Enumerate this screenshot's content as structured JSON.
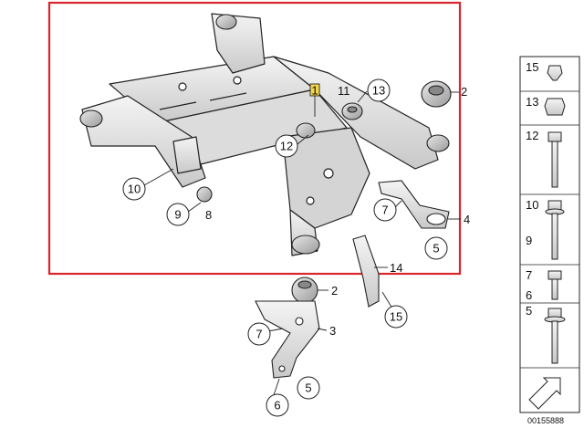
{
  "callouts": {
    "c1": "1",
    "c2a": "2",
    "c2b": "2",
    "c3": "3",
    "c4": "4",
    "c5a": "5",
    "c5b": "5",
    "c6": "6",
    "c7a": "7",
    "c7b": "7",
    "c8": "8",
    "c9": "9",
    "c10": "10",
    "c11": "11",
    "c12": "12",
    "c13": "13",
    "c14": "14",
    "c15": "15"
  },
  "side_panel": {
    "items": [
      "15",
      "13",
      "12",
      "10",
      "9",
      "7",
      "6",
      "5"
    ]
  },
  "diagram_id": "00155888",
  "colors": {
    "highlight_frame": "#d9252c",
    "callout_box": "#f2d64b",
    "line": "#222222"
  }
}
